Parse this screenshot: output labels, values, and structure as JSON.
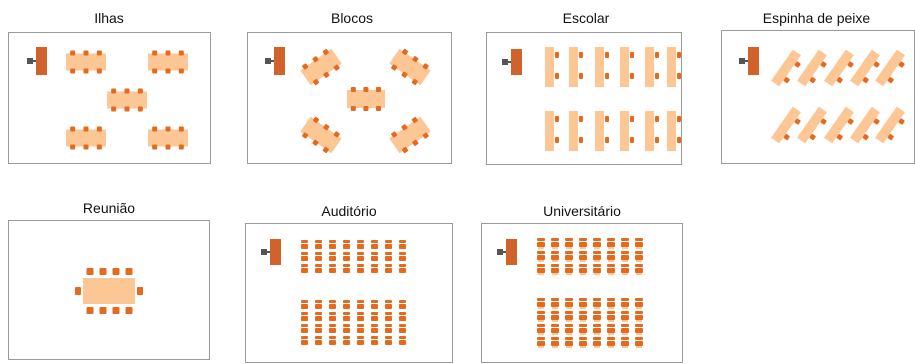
{
  "layouts": [
    {
      "id": "ilhas",
      "title": "Ilhas"
    },
    {
      "id": "blocos",
      "title": "Blocos"
    },
    {
      "id": "escolar",
      "title": "Escolar"
    },
    {
      "id": "espinha",
      "title": "Espinha de peixe"
    },
    {
      "id": "reuniao",
      "title": "Reunião"
    },
    {
      "id": "auditorio",
      "title": "Auditório"
    },
    {
      "id": "universitario",
      "title": "Universitário"
    }
  ],
  "colors": {
    "table": "#fcc794",
    "chair": "#e46a1f",
    "desk": "#d2622b",
    "camera": "#555555",
    "border": "#9a9a9a"
  }
}
